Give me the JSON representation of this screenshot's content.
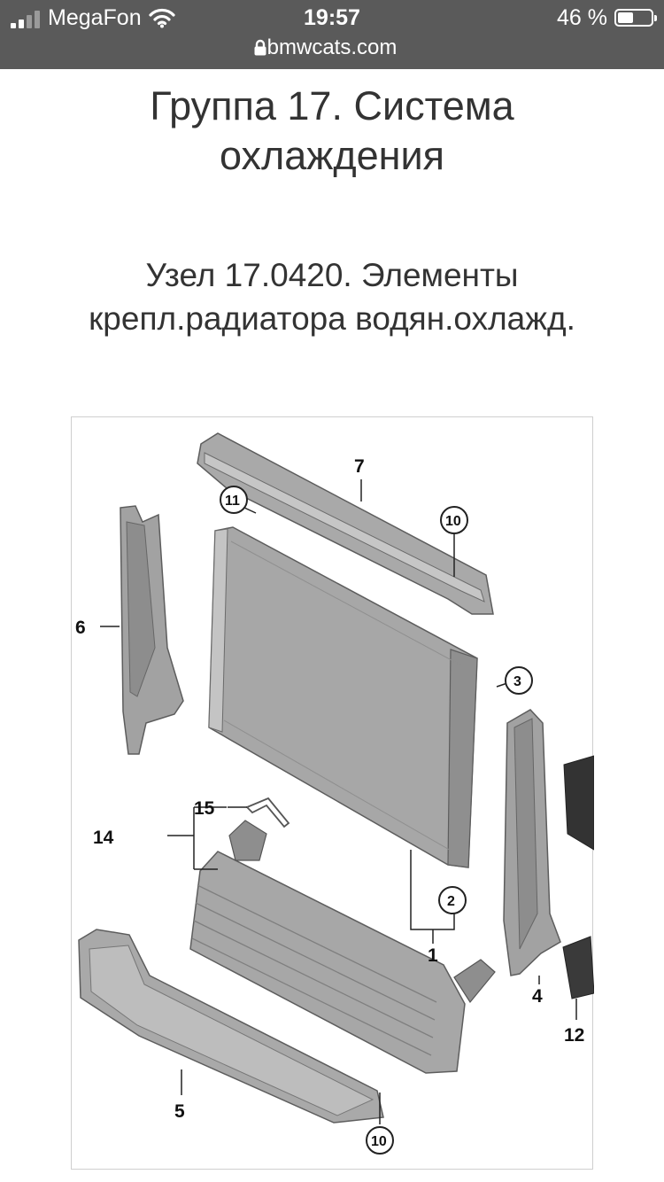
{
  "status_bar": {
    "carrier": "MegaFon",
    "time": "19:57",
    "battery": "46 %",
    "battery_level": 0.46,
    "url": "bmwcats.com",
    "icons": [
      "signal-icon",
      "wifi-icon",
      "lock-icon",
      "battery-icon"
    ]
  },
  "page": {
    "group_title": "Группа 17. Система охлаждения",
    "node_title": "Узел 17.0420. Элементы крепл.радиатора водян.охлажд."
  },
  "diagram": {
    "callouts": [
      "1",
      "2",
      "3",
      "4",
      "5",
      "6",
      "7",
      "10",
      "10",
      "11",
      "12",
      "14",
      "15"
    ]
  },
  "colors": {
    "status_bar_bg": "#5a5a5a",
    "part_fill": "#a7a7a7",
    "part_dark": "#7b7b7b",
    "part_light": "#c4c4c4"
  }
}
